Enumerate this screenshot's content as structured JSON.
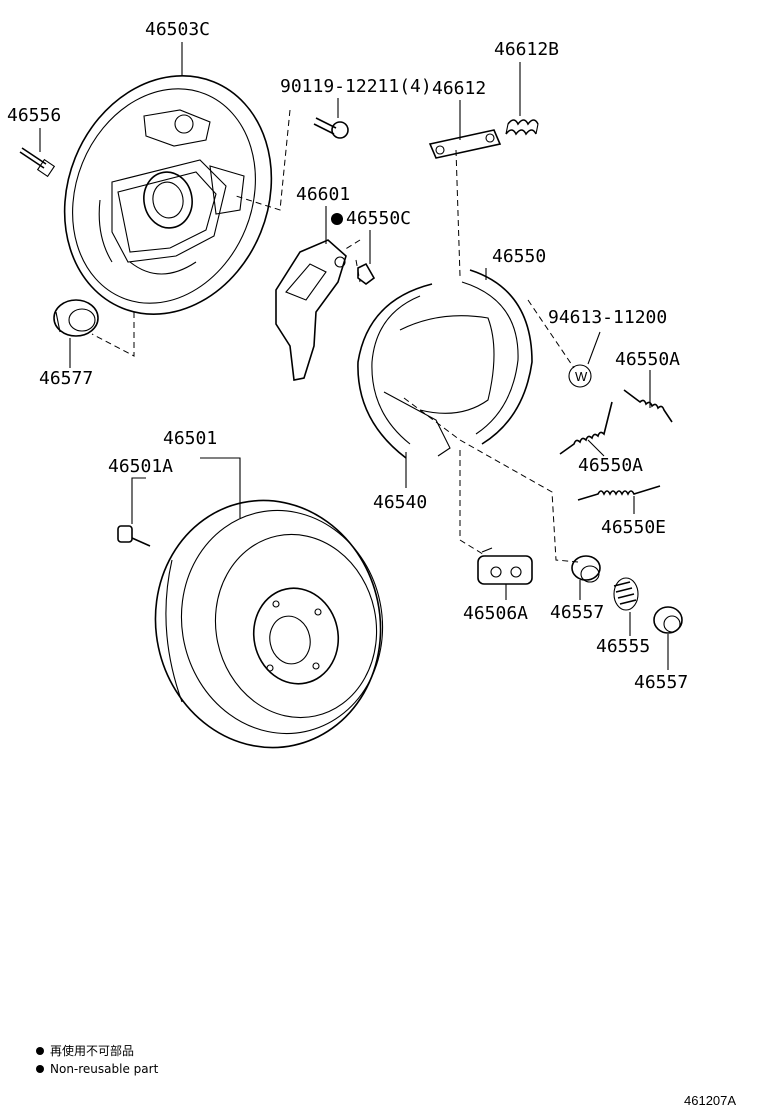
{
  "parts": [
    {
      "id": "p46503C",
      "number": "46503C"
    },
    {
      "id": "p46556",
      "number": "46556"
    },
    {
      "id": "p90119",
      "number": "90119-12211(4)"
    },
    {
      "id": "p46612",
      "number": "46612"
    },
    {
      "id": "p46612B",
      "number": "46612B"
    },
    {
      "id": "p46601",
      "number": "46601"
    },
    {
      "id": "p46550C",
      "number": "46550C"
    },
    {
      "id": "p46550",
      "number": "46550"
    },
    {
      "id": "p94613",
      "number": "94613-11200"
    },
    {
      "id": "p46550A1",
      "number": "46550A"
    },
    {
      "id": "p46577",
      "number": "46577"
    },
    {
      "id": "p46550A2",
      "number": "46550A"
    },
    {
      "id": "p46501",
      "number": "46501"
    },
    {
      "id": "p46501A",
      "number": "46501A"
    },
    {
      "id": "p46540",
      "number": "46540"
    },
    {
      "id": "p46550E",
      "number": "46550E"
    },
    {
      "id": "p46506A",
      "number": "46506A"
    },
    {
      "id": "p46557a",
      "number": "46557"
    },
    {
      "id": "p46555",
      "number": "46555"
    },
    {
      "id": "p46557b",
      "number": "46557"
    }
  ],
  "washer_symbol": "W",
  "legend": {
    "japanese": "再使用不可部品",
    "english": "Non-reusable part"
  },
  "diagram_code": "461207A"
}
